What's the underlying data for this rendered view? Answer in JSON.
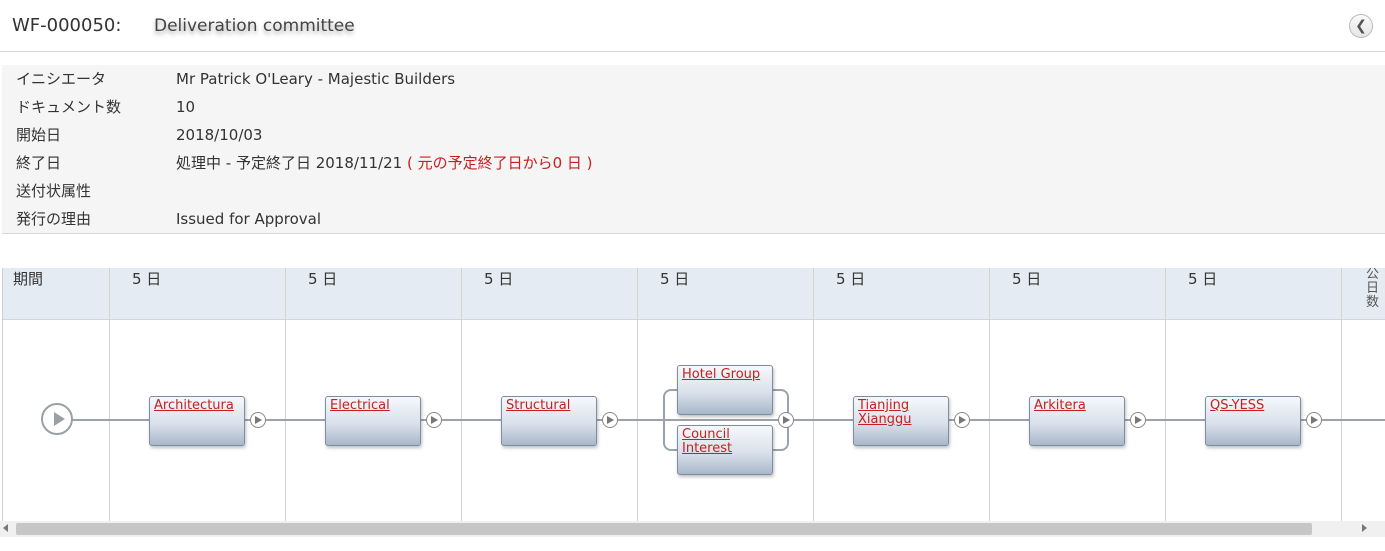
{
  "header": {
    "workflow_id": "WF-000050:",
    "workflow_title": "Deliveration committee"
  },
  "properties": [
    {
      "label": "イニシエータ",
      "value": "Mr Patrick O'Leary - Majestic Builders"
    },
    {
      "label": "ドキュメント数",
      "value": "10"
    },
    {
      "label": "開始日",
      "value": "2018/10/03"
    },
    {
      "label": "終了日",
      "value": "処理中 - 予定終了日  2018/11/21",
      "value_note": "( 元の予定終了日から0 日 )"
    },
    {
      "label": "送付状属性",
      "value": ""
    },
    {
      "label": "発行の理由",
      "value": "Issued for Approval"
    }
  ],
  "timeline": {
    "duration_label": "期間",
    "durations": [
      "5 日",
      "5 日",
      "5 日",
      "5 日",
      "5 日",
      "5 日",
      "5 日"
    ],
    "cut_off_header": "公日数",
    "steps": [
      {
        "name": "Architectura"
      },
      {
        "name": "Electrical"
      },
      {
        "name": "Structural"
      },
      {
        "name": "Hotel Group",
        "parallel_with": "Council Interest"
      },
      {
        "name": "Tianjing Xianggu"
      },
      {
        "name": "Arkitera"
      },
      {
        "name": "QS-YESS"
      }
    ],
    "parallel_second": "Council Interest"
  },
  "colors": {
    "link": "#c81e1e",
    "note": "#c81e1e",
    "header_band": "#e5ebf3",
    "props_bg": "#f5f5f5"
  }
}
